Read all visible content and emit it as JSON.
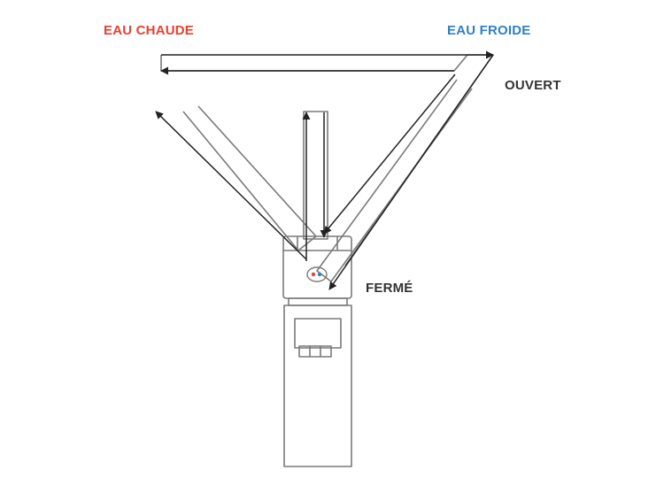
{
  "labels": {
    "hot_water": "EAU CHAUDE",
    "cold_water": "EAU FROIDE",
    "open": "OUVERT",
    "closed": "FERMÉ"
  },
  "colors": {
    "hot_water": "#e8402f",
    "cold_water": "#2f7fc7",
    "text": "#333333",
    "lines": "#7a7a7a",
    "arrows": "#222222"
  }
}
